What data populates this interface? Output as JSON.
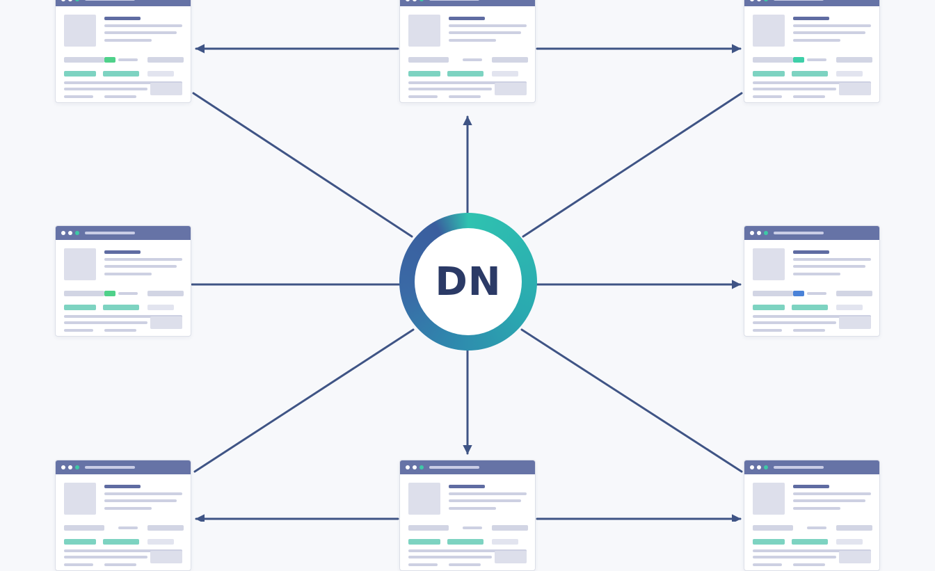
{
  "hub": {
    "label": "DN"
  },
  "colors": {
    "connector": "#3f5485",
    "card_header": "#6673a6",
    "hub_teal": "#2fc2b0",
    "hub_blue": "#3a5e9e",
    "text_dark": "#2b3a66"
  },
  "cards": [
    {
      "id": "top-left",
      "tag_color": "#4fd18a"
    },
    {
      "id": "top-center",
      "tag_color": null
    },
    {
      "id": "top-right",
      "tag_color": "#3ecfa8"
    },
    {
      "id": "middle-left",
      "tag_color": "#4fd18a"
    },
    {
      "id": "middle-right",
      "tag_color": "#4a82d8"
    },
    {
      "id": "bottom-left",
      "tag_color": null
    },
    {
      "id": "bottom-center",
      "tag_color": null
    },
    {
      "id": "bottom-right",
      "tag_color": null
    }
  ]
}
